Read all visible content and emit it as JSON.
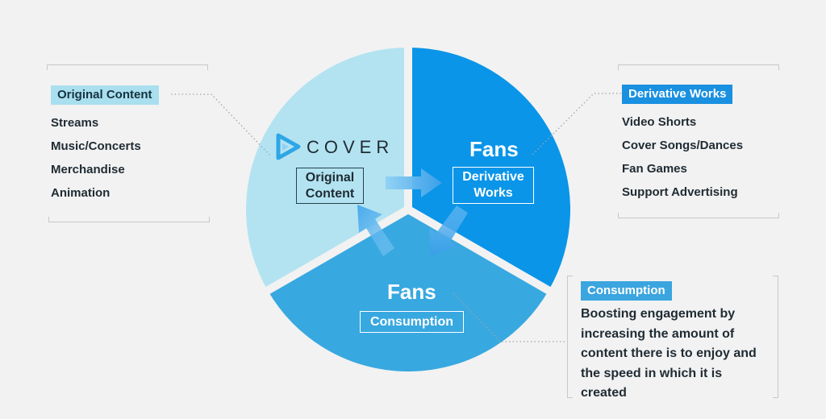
{
  "left_panel": {
    "tag": "Original Content",
    "items": [
      "Streams",
      "Music/Concerts",
      "Merchandise",
      "Animation"
    ]
  },
  "right_top_panel": {
    "tag": "Derivative Works",
    "items": [
      "Video Shorts",
      "Cover Songs/Dances",
      "Fan Games",
      "Support Advertising"
    ]
  },
  "right_bottom_panel": {
    "tag": "Consumption",
    "description": "Boosting engagement by increasing the amount of content there is to enjoy and the speed in which it is created"
  },
  "pie": {
    "logo_text": "COVER",
    "original_box_line1": "Original",
    "original_box_line2": "Content",
    "fans_top": "Fans",
    "derivative_box_line1": "Derivative",
    "derivative_box_line2": "Works",
    "fans_bottom": "Fans",
    "consumption_box": "Consumption"
  },
  "colors": {
    "background": "#f2f2f2",
    "segment_original": "#b3e3f1",
    "segment_derivative": "#0a95e8",
    "segment_consumption": "#38a8e0",
    "arrow": "#5ab4f0"
  },
  "icons": {
    "logo": "play-triangle-icon"
  }
}
